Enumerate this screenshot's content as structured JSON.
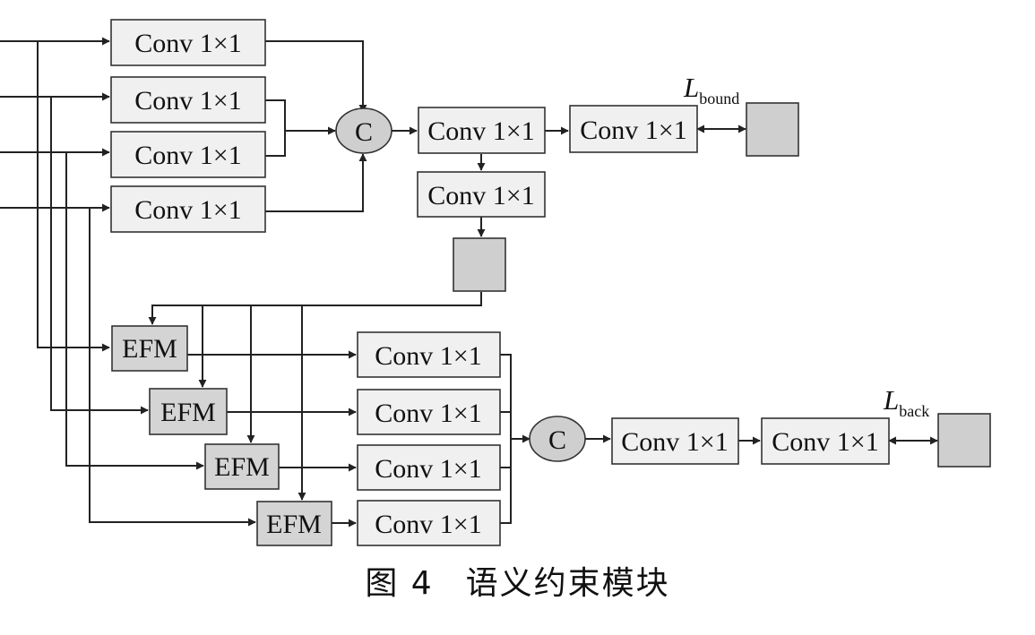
{
  "diagram": {
    "conv_label": "Conv 1×1",
    "efm_label": "EFM",
    "concat_label": "C",
    "loss_symbol": "L",
    "loss_bound_sub": "bound",
    "loss_back_sub": "back"
  },
  "caption": {
    "figure_number": "图 4",
    "title": "语义约束模块"
  }
}
